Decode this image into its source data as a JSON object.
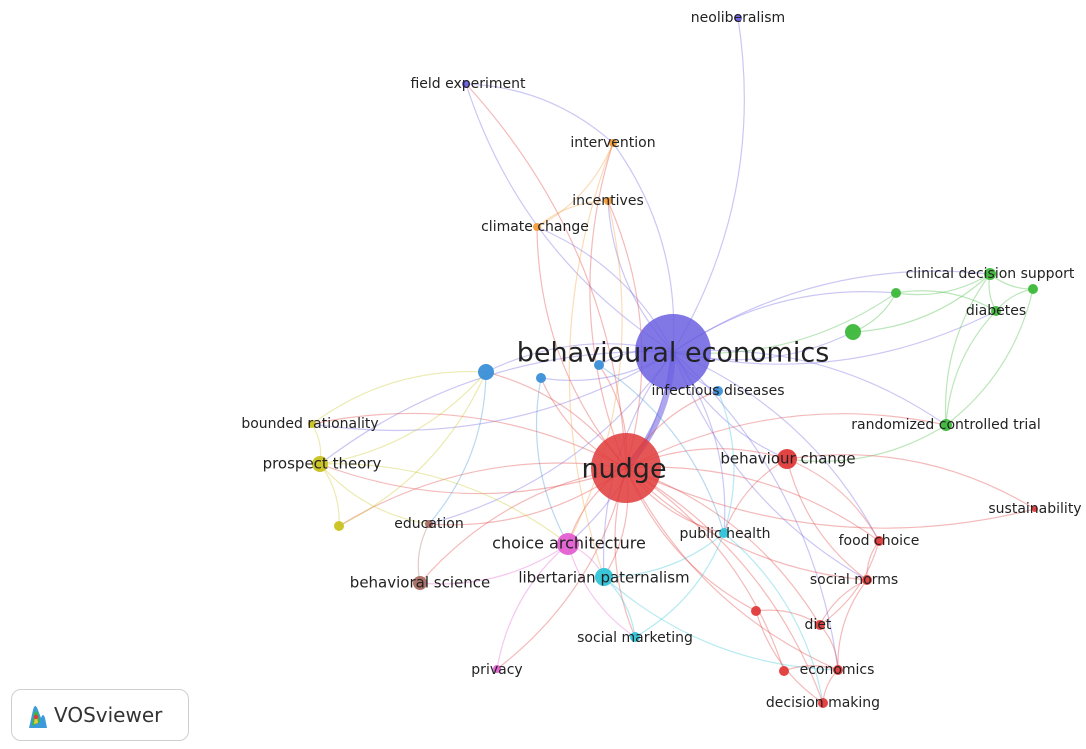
{
  "app": {
    "name": "VOSviewer"
  },
  "network": {
    "clusters": {
      "red": "#e03a3a",
      "green": "#3db83a",
      "blue": "#3a8fd8",
      "yellow": "#c9c21e",
      "purple": "#6b5fe0",
      "cyan": "#2fc4d8",
      "orange": "#f39c3a",
      "brown": "#a86b62",
      "pink": "#e35fd2"
    },
    "nodes": [
      {
        "id": "behavioural-economics",
        "label": "behavioural economics",
        "cluster": "purple"
      },
      {
        "id": "nudge",
        "label": "nudge",
        "cluster": "red"
      },
      {
        "id": "neoliberalism",
        "label": "neoliberalism",
        "cluster": "purple"
      },
      {
        "id": "field-experiment",
        "label": "field experiment",
        "cluster": "purple"
      },
      {
        "id": "intervention",
        "label": "intervention",
        "cluster": "orange"
      },
      {
        "id": "incentives",
        "label": "incentives",
        "cluster": "orange"
      },
      {
        "id": "climate-change",
        "label": "climate change",
        "cluster": "orange"
      },
      {
        "id": "clinical-decision-support",
        "label": "clinical decision support",
        "cluster": "green"
      },
      {
        "id": "diabetes",
        "label": "diabetes",
        "cluster": "green"
      },
      {
        "id": "randomized-controlled-trial",
        "label": "randomized controlled trial",
        "cluster": "green"
      },
      {
        "id": "green-a",
        "label": "",
        "cluster": "green"
      },
      {
        "id": "green-b",
        "label": "",
        "cluster": "green"
      },
      {
        "id": "green-c",
        "label": "",
        "cluster": "green"
      },
      {
        "id": "infectious-diseases",
        "label": "infectious diseases",
        "cluster": "blue"
      },
      {
        "id": "blue-a",
        "label": "",
        "cluster": "blue"
      },
      {
        "id": "blue-b",
        "label": "",
        "cluster": "blue"
      },
      {
        "id": "blue-c",
        "label": "",
        "cluster": "blue"
      },
      {
        "id": "bounded-rationality",
        "label": "bounded rationality",
        "cluster": "yellow"
      },
      {
        "id": "prospect-theory",
        "label": "prospect theory",
        "cluster": "yellow"
      },
      {
        "id": "yellow-a",
        "label": "",
        "cluster": "yellow"
      },
      {
        "id": "education",
        "label": "education",
        "cluster": "brown"
      },
      {
        "id": "behavioral-science",
        "label": "behavioral science",
        "cluster": "brown"
      },
      {
        "id": "choice-architecture",
        "label": "choice architecture",
        "cluster": "pink"
      },
      {
        "id": "privacy",
        "label": "privacy",
        "cluster": "pink"
      },
      {
        "id": "libertarian-paternalism",
        "label": "libertarian paternalism",
        "cluster": "cyan"
      },
      {
        "id": "public-health",
        "label": "public health",
        "cluster": "cyan"
      },
      {
        "id": "social-marketing",
        "label": "social marketing",
        "cluster": "cyan"
      },
      {
        "id": "behaviour-change",
        "label": "behaviour change",
        "cluster": "red"
      },
      {
        "id": "sustainability",
        "label": "sustainability",
        "cluster": "red"
      },
      {
        "id": "food-choice",
        "label": "food choice",
        "cluster": "red"
      },
      {
        "id": "social-norms",
        "label": "social norms",
        "cluster": "red"
      },
      {
        "id": "diet",
        "label": "diet",
        "cluster": "red"
      },
      {
        "id": "economics",
        "label": "economics",
        "cluster": "red"
      },
      {
        "id": "decision-making",
        "label": "decision making",
        "cluster": "red"
      },
      {
        "id": "red-a",
        "label": "",
        "cluster": "red"
      },
      {
        "id": "red-b",
        "label": "",
        "cluster": "red"
      }
    ],
    "links": [
      [
        "behavioural-economics",
        "nudge"
      ],
      [
        "behavioural-economics",
        "neoliberalism"
      ],
      [
        "behavioural-economics",
        "field-experiment"
      ],
      [
        "behavioural-economics",
        "intervention"
      ],
      [
        "behavioural-economics",
        "incentives"
      ],
      [
        "behavioural-economics",
        "climate-change"
      ],
      [
        "behavioural-economics",
        "clinical-decision-support"
      ],
      [
        "behavioural-economics",
        "diabetes"
      ],
      [
        "behavioural-economics",
        "randomized-controlled-trial"
      ],
      [
        "behavioural-economics",
        "green-a"
      ],
      [
        "behavioural-economics",
        "green-c"
      ],
      [
        "behavioural-economics",
        "blue-a"
      ],
      [
        "behavioural-economics",
        "blue-b"
      ],
      [
        "behavioural-economics",
        "blue-c"
      ],
      [
        "behavioural-economics",
        "bounded-rationality"
      ],
      [
        "behavioural-economics",
        "prospect-theory"
      ],
      [
        "behavioural-economics",
        "choice-architecture"
      ],
      [
        "behavioural-economics",
        "libertarian-paternalism"
      ],
      [
        "behavioural-economics",
        "public-health"
      ],
      [
        "behavioural-economics",
        "behaviour-change"
      ],
      [
        "behavioural-economics",
        "food-choice"
      ],
      [
        "behavioural-economics",
        "social-norms"
      ],
      [
        "behavioural-economics",
        "education"
      ],
      [
        "behavioural-economics",
        "infectious-diseases"
      ],
      [
        "behavioural-economics",
        "economics"
      ],
      [
        "nudge",
        "field-experiment"
      ],
      [
        "nudge",
        "intervention"
      ],
      [
        "nudge",
        "incentives"
      ],
      [
        "nudge",
        "climate-change"
      ],
      [
        "nudge",
        "choice-architecture"
      ],
      [
        "nudge",
        "libertarian-paternalism"
      ],
      [
        "nudge",
        "public-health"
      ],
      [
        "nudge",
        "behaviour-change"
      ],
      [
        "nudge",
        "sustainability"
      ],
      [
        "nudge",
        "food-choice"
      ],
      [
        "nudge",
        "social-norms"
      ],
      [
        "nudge",
        "diet"
      ],
      [
        "nudge",
        "economics"
      ],
      [
        "nudge",
        "decision-making"
      ],
      [
        "nudge",
        "red-a"
      ],
      [
        "nudge",
        "red-b"
      ],
      [
        "nudge",
        "bounded-rationality"
      ],
      [
        "nudge",
        "prospect-theory"
      ],
      [
        "nudge",
        "yellow-a"
      ],
      [
        "nudge",
        "education"
      ],
      [
        "nudge",
        "behavioral-science"
      ],
      [
        "nudge",
        "privacy"
      ],
      [
        "nudge",
        "social-marketing"
      ],
      [
        "nudge",
        "randomized-controlled-trial"
      ],
      [
        "nudge",
        "blue-a"
      ],
      [
        "nudge",
        "blue-b"
      ],
      [
        "nudge",
        "blue-c"
      ],
      [
        "nudge",
        "infectious-diseases"
      ],
      [
        "clinical-decision-support",
        "diabetes"
      ],
      [
        "clinical-decision-support",
        "green-a"
      ],
      [
        "clinical-decision-support",
        "green-b"
      ],
      [
        "clinical-decision-support",
        "green-c"
      ],
      [
        "diabetes",
        "green-c"
      ],
      [
        "diabetes",
        "green-b"
      ],
      [
        "diabetes",
        "randomized-controlled-trial"
      ],
      [
        "green-b",
        "randomized-controlled-trial"
      ],
      [
        "green-a",
        "green-c"
      ],
      [
        "randomized-controlled-trial",
        "behaviour-change"
      ],
      [
        "clinical-decision-support",
        "randomized-controlled-trial"
      ],
      [
        "green-c",
        "behavioural-economics"
      ],
      [
        "prospect-theory",
        "bounded-rationality"
      ],
      [
        "prospect-theory",
        "yellow-a"
      ],
      [
        "prospect-theory",
        "blue-a"
      ],
      [
        "bounded-rationality",
        "blue-a"
      ],
      [
        "yellow-a",
        "blue-a"
      ],
      [
        "prospect-theory",
        "choice-architecture"
      ],
      [
        "prospect-theory",
        "education"
      ],
      [
        "choice-architecture",
        "libertarian-paternalism"
      ],
      [
        "choice-architecture",
        "privacy"
      ],
      [
        "choice-architecture",
        "behavioral-science"
      ],
      [
        "choice-architecture",
        "social-marketing"
      ],
      [
        "libertarian-paternalism",
        "social-marketing"
      ],
      [
        "libertarian-paternalism",
        "public-health"
      ],
      [
        "public-health",
        "social-marketing"
      ],
      [
        "public-health",
        "infectious-diseases"
      ],
      [
        "behaviour-change",
        "food-choice"
      ],
      [
        "behaviour-change",
        "social-norms"
      ],
      [
        "behaviour-change",
        "sustainability"
      ],
      [
        "food-choice",
        "social-norms"
      ],
      [
        "food-choice",
        "diet"
      ],
      [
        "social-norms",
        "diet"
      ],
      [
        "diet",
        "economics"
      ],
      [
        "economics",
        "decision-making"
      ],
      [
        "red-a",
        "diet"
      ],
      [
        "red-a",
        "decision-making"
      ],
      [
        "red-b",
        "economics"
      ],
      [
        "social-norms",
        "economics"
      ],
      [
        "field-experiment",
        "intervention"
      ],
      [
        "incentives",
        "climate-change"
      ],
      [
        "intervention",
        "climate-change"
      ],
      [
        "intervention",
        "libertarian-paternalism"
      ],
      [
        "incentives",
        "choice-architecture"
      ],
      [
        "education",
        "behavioral-science"
      ],
      [
        "blue-a",
        "education"
      ],
      [
        "blue-b",
        "choice-architecture"
      ],
      [
        "blue-c",
        "public-health"
      ],
      [
        "libertarian-paternalism",
        "economics"
      ],
      [
        "public-health",
        "decision-making"
      ],
      [
        "behaviour-change",
        "public-health"
      ]
    ]
  }
}
